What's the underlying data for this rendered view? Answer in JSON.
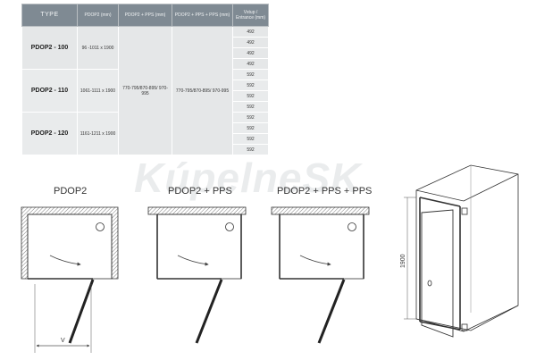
{
  "table": {
    "headers": {
      "type": "TYPE",
      "pdop2": "PDOP2 (mm)",
      "pps": "PDOP2 + PPS (mm)",
      "pps2": "PDOP2 + PPS + PPS (mm)",
      "entrance": "Vstup / Entrance (mm)"
    },
    "rows": [
      {
        "type": "PDOP2 - 100",
        "dim": "96 -1011 x 1900"
      },
      {
        "type": "PDOP2 - 110",
        "dim": "1061-1111 x 1900"
      },
      {
        "type": "PDOP2 - 120",
        "dim": "1161-1211 x 1900"
      }
    ],
    "pps_range": "770-795/870-895/ 970-995",
    "pps2_range": "770-795/870-895/ 970-995",
    "entrance_values": [
      "492",
      "492",
      "492",
      "492",
      "592",
      "592",
      "592",
      "592",
      "592",
      "592",
      "592",
      "592"
    ]
  },
  "watermark": "KúpelneSK",
  "plans": [
    {
      "label": "PDOP2"
    },
    {
      "label": "PDOP2 + PPS"
    },
    {
      "label": "PDOP2 + PPS + PPS"
    }
  ],
  "dims": {
    "entrance_label": "V",
    "height_label": "1900"
  }
}
